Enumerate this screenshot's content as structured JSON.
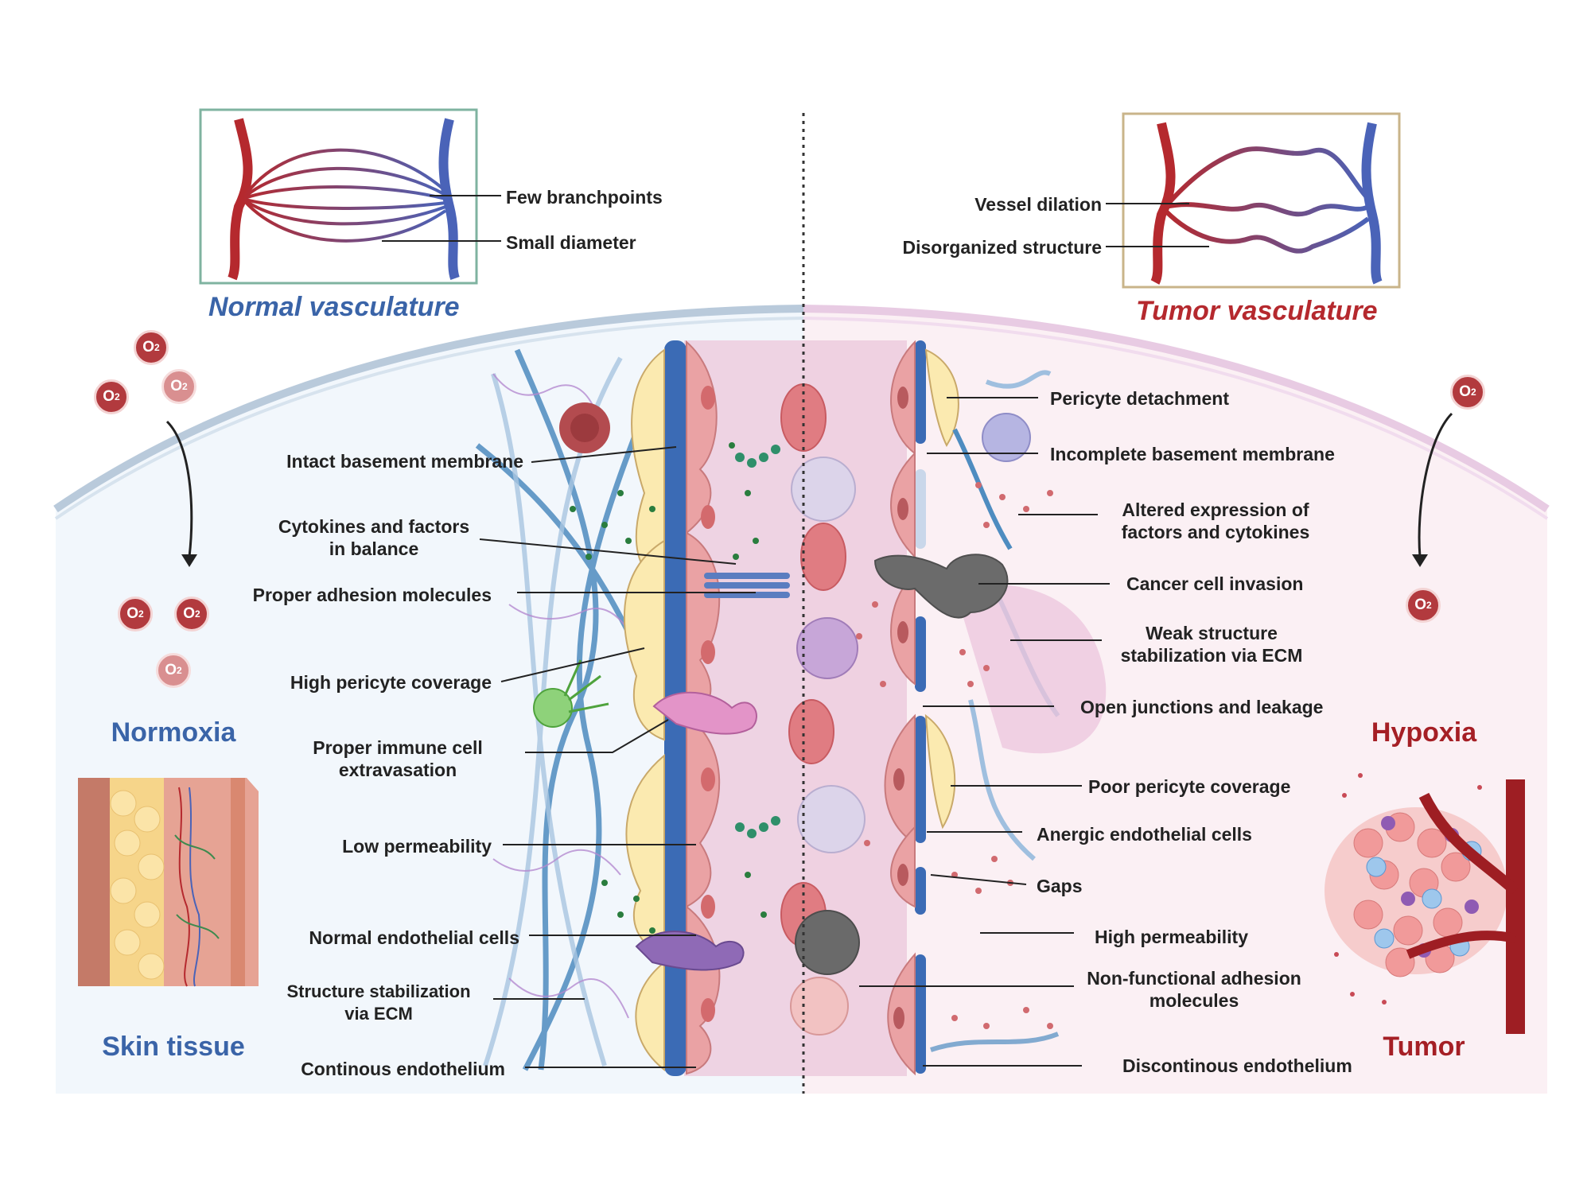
{
  "normal_side": {
    "title": "Normal vasculature",
    "title_color": "#3a64a8",
    "inset_labels": [
      "Few branchpoints",
      "Small diameter"
    ],
    "oxygen_state": "Normoxia",
    "tissue": "Skin tissue",
    "labels": [
      "Intact basement membrane",
      "Cytokines and factors\nin balance",
      "Proper adhesion molecules",
      "High pericyte coverage",
      "Proper immune cell\nextravasation",
      "Low permeability",
      "Normal endothelial cells",
      "Structure stabilization\nvia ECM",
      "Continous endothelium"
    ]
  },
  "tumor_side": {
    "title": "Tumor vasculature",
    "title_color": "#b5292e",
    "inset_labels": [
      "Vessel dilation",
      "Disorganized structure"
    ],
    "oxygen_state": "Hypoxia",
    "tissue": "Tumor",
    "labels": [
      "Pericyte detachment",
      "Incomplete basement membrane",
      "Altered expression of\nfactors and cytokines",
      "Cancer cell invasion",
      "Weak structure\nstabilization via ECM",
      "Open junctions and leakage",
      "Poor pericyte coverage",
      "Anergic endothelial cells",
      "Gaps",
      "High permeability",
      "Non-functional adhesion\nmolecules",
      "Discontinous endothelium"
    ]
  },
  "oxygen_label": "O",
  "oxygen_subscript": "2",
  "colors": {
    "artery": "#b5292e",
    "vein": "#4a63b8",
    "endothelium": "#3b6bb5",
    "endothelial_cell": "#eaa2a4",
    "pericyte": "#fbeab0",
    "normal_inset_border": "#7fb3a0",
    "tumor_inset_border": "#c9b48a"
  }
}
